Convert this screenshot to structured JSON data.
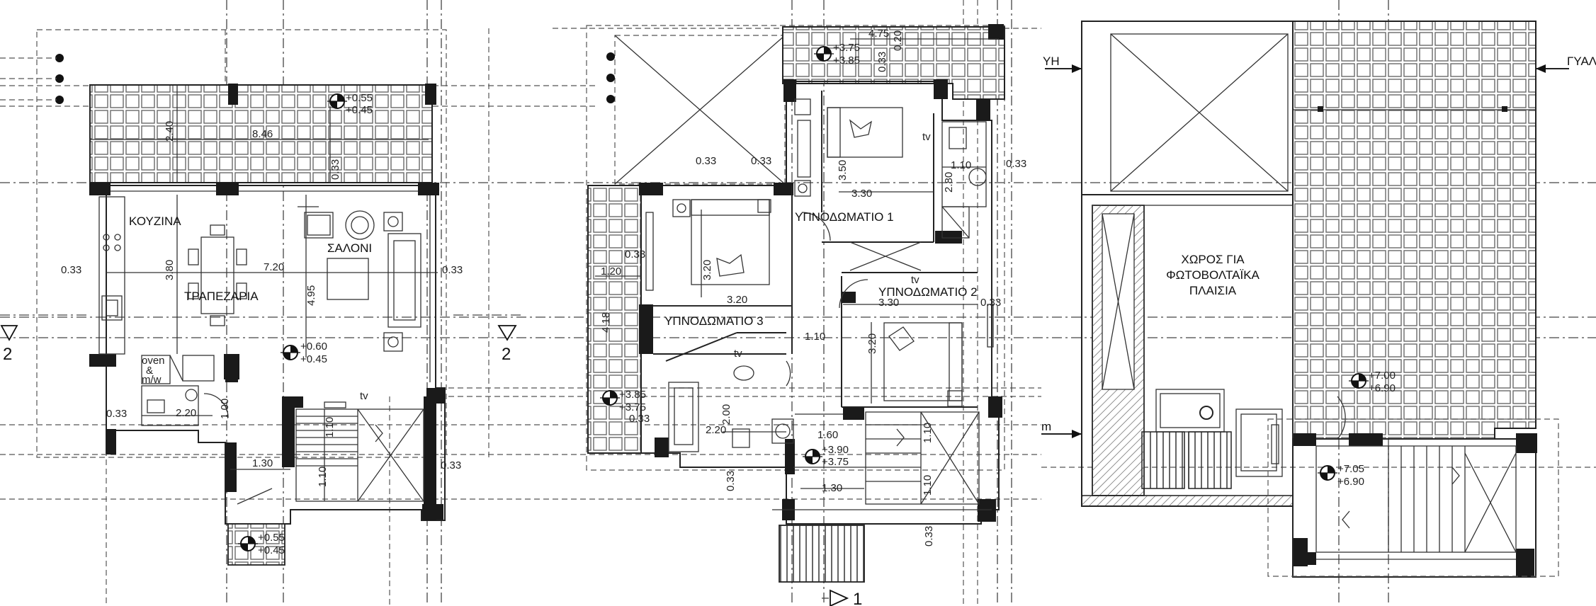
{
  "sheet": {
    "plan1": {
      "rooms": {
        "kitchen": "ΚΟΥΖΙΝΑ",
        "dining": "ΤΡΑΠΕΖΑΡΙΑ",
        "living": "ΣΑΛΟΝΙ",
        "oven": "oven",
        "amp": "&",
        "mw": "m/w",
        "tv": "tv"
      },
      "levels": {
        "terrace_top": "+0.55",
        "terrace_bottom": "+0.45",
        "floor_top": "+0.60",
        "floor_bottom": "+0.45",
        "entry_top": "+0.55",
        "entry_bottom": "+0.45"
      },
      "dims": {
        "d240": "2.40",
        "d846": "8.46",
        "d033a": "0.33",
        "d033b": "0.33",
        "d033c": "0.33",
        "d033d": "0.33",
        "d033e": "0.33",
        "d380": "3.80",
        "d720": "7.20",
        "d495": "4.95",
        "d220": "2.20",
        "d100": "1.00",
        "d130": "1.30",
        "d110a": "1.10",
        "d110b": "1.10"
      },
      "section": {
        "left": "2",
        "right": "2"
      }
    },
    "plan2": {
      "rooms": {
        "bed1": "ΥΠΝΟΔΩΜΑΤΙΟ 1",
        "bed2": "ΥΠΝΟΔΩΜΑΤΙΟ 2",
        "bed3": "ΥΠΝΟΔΩΜΑΤΙΟ 3",
        "tv1": "tv",
        "tv2": "tv",
        "tv3": "tv"
      },
      "levels": {
        "top_a": "+3.75",
        "top_b": "+3.85",
        "left_a": "+3.85",
        "left_b": "+3.75",
        "stair_a": "+3.90",
        "stair_b": "+3.75"
      },
      "dims": {
        "d475": "4.75",
        "d020": "0.20",
        "d033a": "0.33",
        "d033b": "0.33",
        "d350": "3.50",
        "d330a": "3.30",
        "d110a": "1.10",
        "d033c": "0.33",
        "d280": "2.80",
        "d033d": "0.33",
        "d120": "1.20",
        "d033e": "0.33",
        "d320a": "3.20",
        "d320b": "3.20",
        "d418": "4.18",
        "d330b": "3.30",
        "d033f": "0.33",
        "d110b": "1.10",
        "d320c": "3.20",
        "d033g": "0.33",
        "d200": "2.00",
        "d220": "2.20",
        "d160": "1.60",
        "d110c": "1.10",
        "d110d": "1.10",
        "d130": "1.30",
        "d033h": "0.33",
        "d033i": "0.33"
      },
      "section": {
        "bottom": "1"
      }
    },
    "plan3": {
      "area_label": [
        "ΧΩΡΟΣ ΓΙΑ",
        "ΦΩΤΟΒΟΛΤΑΪΚΑ",
        "ΠΛΑΙΣΙΑ"
      ],
      "tags": {
        "left": "ΥΗ",
        "right": "ΓΥΑΛ",
        "m": "m"
      },
      "levels": {
        "roof_a": "+7.00",
        "roof_b": "+6.90",
        "stair_a": "+7.05",
        "stair_b": "+6.90"
      }
    }
  }
}
